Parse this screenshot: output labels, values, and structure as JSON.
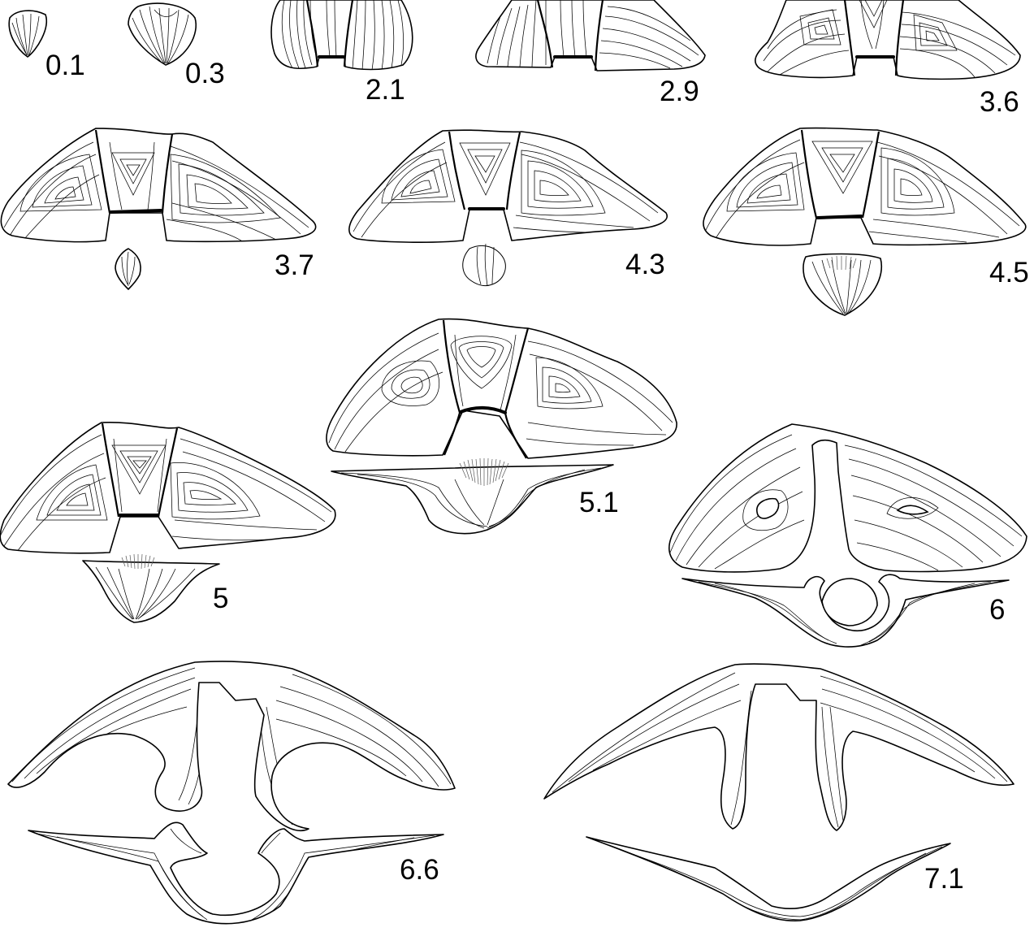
{
  "figure": {
    "stages": [
      {
        "id": "s0_1",
        "label": "0.1"
      },
      {
        "id": "s0_3",
        "label": "0.3"
      },
      {
        "id": "s2_1",
        "label": "2.1"
      },
      {
        "id": "s2_9",
        "label": "2.9"
      },
      {
        "id": "s3_6",
        "label": "3.6"
      },
      {
        "id": "s3_7",
        "label": "3.7"
      },
      {
        "id": "s4_3",
        "label": "4.3"
      },
      {
        "id": "s4_5",
        "label": "4.5"
      },
      {
        "id": "s5_1",
        "label": "5.1"
      },
      {
        "id": "s5",
        "label": "5"
      },
      {
        "id": "s6",
        "label": "6"
      },
      {
        "id": "s6_6",
        "label": "6.6"
      },
      {
        "id": "s7_1",
        "label": "7.1"
      }
    ],
    "colors": {
      "ink": "#000000",
      "paper": "#ffffff",
      "mark": "#555555"
    }
  }
}
